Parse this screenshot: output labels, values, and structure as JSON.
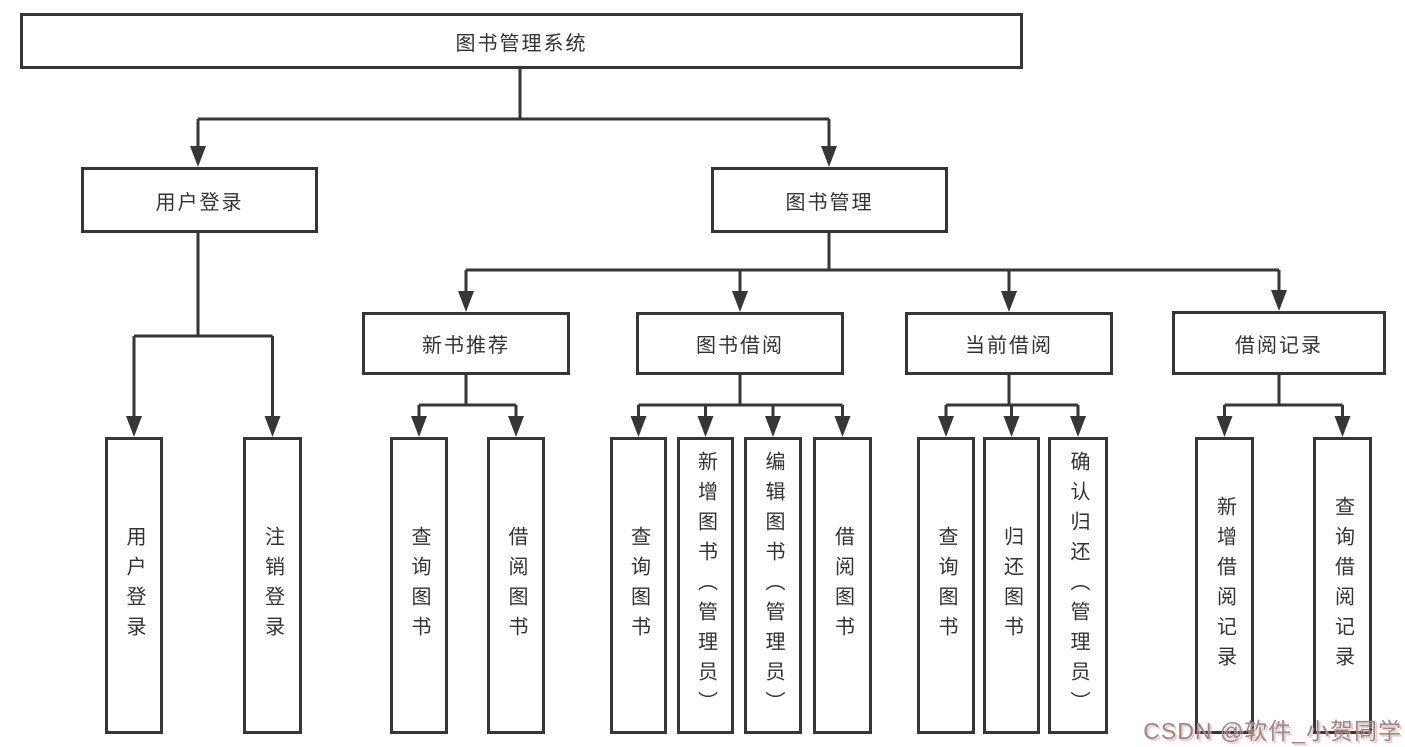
{
  "title": "图书管理系统",
  "watermark": "CSDN @软件_小贺同学",
  "colors": {
    "line": "#363636",
    "box_border": "#363636",
    "text": "#333333",
    "watermark": "#97888a"
  },
  "tree": {
    "label": "图书管理系统",
    "children": [
      {
        "label": "用户登录",
        "children": [
          {
            "label": "用户登录"
          },
          {
            "label": "注销登录"
          }
        ]
      },
      {
        "label": "图书管理",
        "children": [
          {
            "label": "新书推荐",
            "children": [
              {
                "label": "查询图书"
              },
              {
                "label": "借阅图书"
              }
            ]
          },
          {
            "label": "图书借阅",
            "children": [
              {
                "label": "查询图书"
              },
              {
                "label": "新增图书（管理员）"
              },
              {
                "label": "编辑图书（管理员）"
              },
              {
                "label": "借阅图书"
              }
            ]
          },
          {
            "label": "当前借阅",
            "children": [
              {
                "label": "查询图书"
              },
              {
                "label": "归还图书"
              },
              {
                "label": "确认归还（管理员）"
              }
            ]
          },
          {
            "label": "借阅记录",
            "children": [
              {
                "label": "新增借阅记录"
              },
              {
                "label": "查询借阅记录"
              }
            ]
          }
        ]
      }
    ]
  }
}
